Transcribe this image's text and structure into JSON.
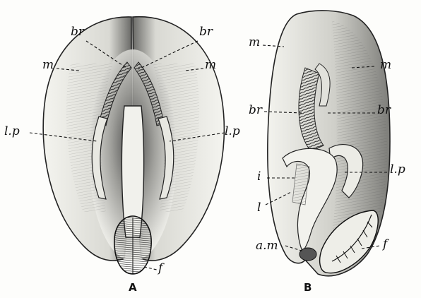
{
  "figure": {
    "panel_a": {
      "caption": "A",
      "labels": {
        "br_left": "br",
        "br_right": "br",
        "m_left": "m",
        "m_right": "m",
        "lp_left": "l.p",
        "lp_right": "l.p",
        "f": "f"
      }
    },
    "panel_b": {
      "caption": "B",
      "labels": {
        "m_left": "m",
        "m_right": "m",
        "br_left": "br",
        "br_right": "br",
        "lp": "l.p",
        "i": "i",
        "l": "l",
        "am": "a.m",
        "f": "f"
      }
    }
  }
}
